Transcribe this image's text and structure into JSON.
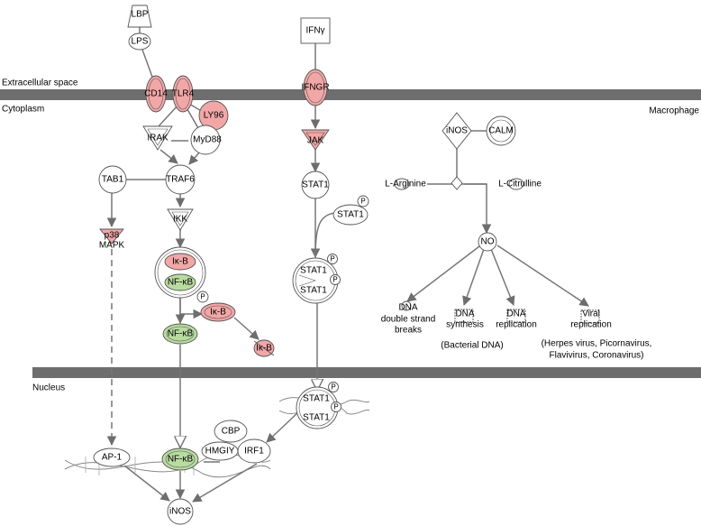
{
  "zones": {
    "extracellular": "Extracellular space",
    "cytoplasm": "Cytoplasm",
    "macrophage": "Macrophage",
    "nucleus": "Nucleus"
  },
  "colors": {
    "up": "#f2a7a7",
    "down": "#b8dca0",
    "neutral": "#ffffff",
    "membrane": "#6e6e6e",
    "edge": "#777777"
  },
  "nodes": {
    "lbp": "LBP",
    "lps": "LPS",
    "cd14": "CD14",
    "tlr4": "TLR4",
    "ly96": "LY96",
    "irak": "IRAK",
    "myd88": "MyD88",
    "traf6": "TRAF6",
    "tab1": "TAB1",
    "p38": "p38",
    "mapk": "MAPK",
    "ikk": "IKK",
    "ikb_complex": "Iκ-B",
    "nfkb_complex": "NF-κB",
    "ikb_p": "Iκ-B",
    "nfkb_free": "NF-κB",
    "ikb_deg": "Iκ-B",
    "ifng": "IFNγ",
    "ifngr": "IFNGR",
    "jak": "JAK",
    "stat1": "STAT1",
    "stat1_p": "STAT1",
    "stat1_dimer_a": "STAT1",
    "stat1_dimer_b": "STAT1",
    "stat1_nuc_a": "STAT1",
    "stat1_nuc_b": "STAT1",
    "inos_cyto": "iNOS",
    "calm": "CALM",
    "l_arginine": "L-Arginine",
    "l_citrulline": "L-Citrulline",
    "no": "NO",
    "dna_dsb": "DNA",
    "dna_syn": "DNA",
    "dna_rep": "DNA",
    "viral_rep": "Viral",
    "ap1": "AP-1",
    "nfkb_nuc": "NF-κB",
    "cbp": "CBP",
    "hmgiy": "HMGIY",
    "irf1": "IRF1",
    "inos_nuc": "iNOS",
    "p_mark": "P"
  },
  "sublabels": {
    "dna_dsb": [
      "double strand",
      "breaks"
    ],
    "dna_syn": [
      "synthesis"
    ],
    "dna_syn_note": "(Bacterial DNA)",
    "dna_rep": [
      "replication"
    ],
    "viral_rep": [
      "replication"
    ],
    "viral_note": [
      "(Herpes virus, Picornavirus,",
      "Flavivirus, Coronavirus)"
    ]
  }
}
